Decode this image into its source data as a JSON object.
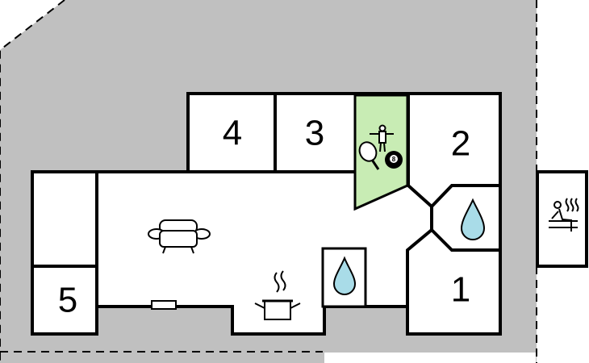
{
  "colors": {
    "lot": "#c0c0c0",
    "room": "#ffffff",
    "highlight": "#c8ecb4",
    "water": "#a9dce8",
    "wall": "#000000"
  },
  "rooms": [
    {
      "id": "bedroom-1",
      "label": "1"
    },
    {
      "id": "bedroom-2",
      "label": "2"
    },
    {
      "id": "bedroom-3",
      "label": "3"
    },
    {
      "id": "bedroom-4",
      "label": "4"
    },
    {
      "id": "bedroom-5",
      "label": "5"
    }
  ],
  "icons": {
    "sofa": "sofa-icon",
    "cooking": "cooking-pot-icon",
    "water_bath": "water-drop-icon",
    "water_shower": "water-drop-icon",
    "table_tennis": "table-tennis-icon",
    "billiards": "billiard-ball-icon",
    "billiard_number": "8",
    "table_football": "table-football-icon",
    "sauna": "sauna-icon"
  }
}
